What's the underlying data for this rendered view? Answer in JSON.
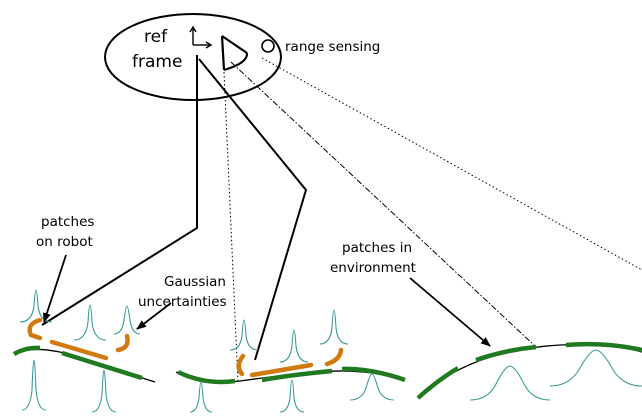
{
  "labels": {
    "ref_frame_line1": "ref",
    "ref_frame_line2": "frame",
    "range_sensing": "range sensing",
    "patches_on_robot_line1": "patches",
    "patches_on_robot_line2": "on robot",
    "gaussian_line1": "Gaussian",
    "gaussian_line2": "uncertainties",
    "patches_env_line1": "patches in",
    "patches_env_line2": "environment"
  },
  "colors": {
    "robot_patch": "#d07a10",
    "environment_patch": "#207a20",
    "gaussian": "#3b9a92",
    "ink": "#000000"
  },
  "icons": {
    "sensor": "sensor-fan-icon",
    "frame_axes": "axes-icon",
    "range_ring": "range-circle-icon"
  }
}
